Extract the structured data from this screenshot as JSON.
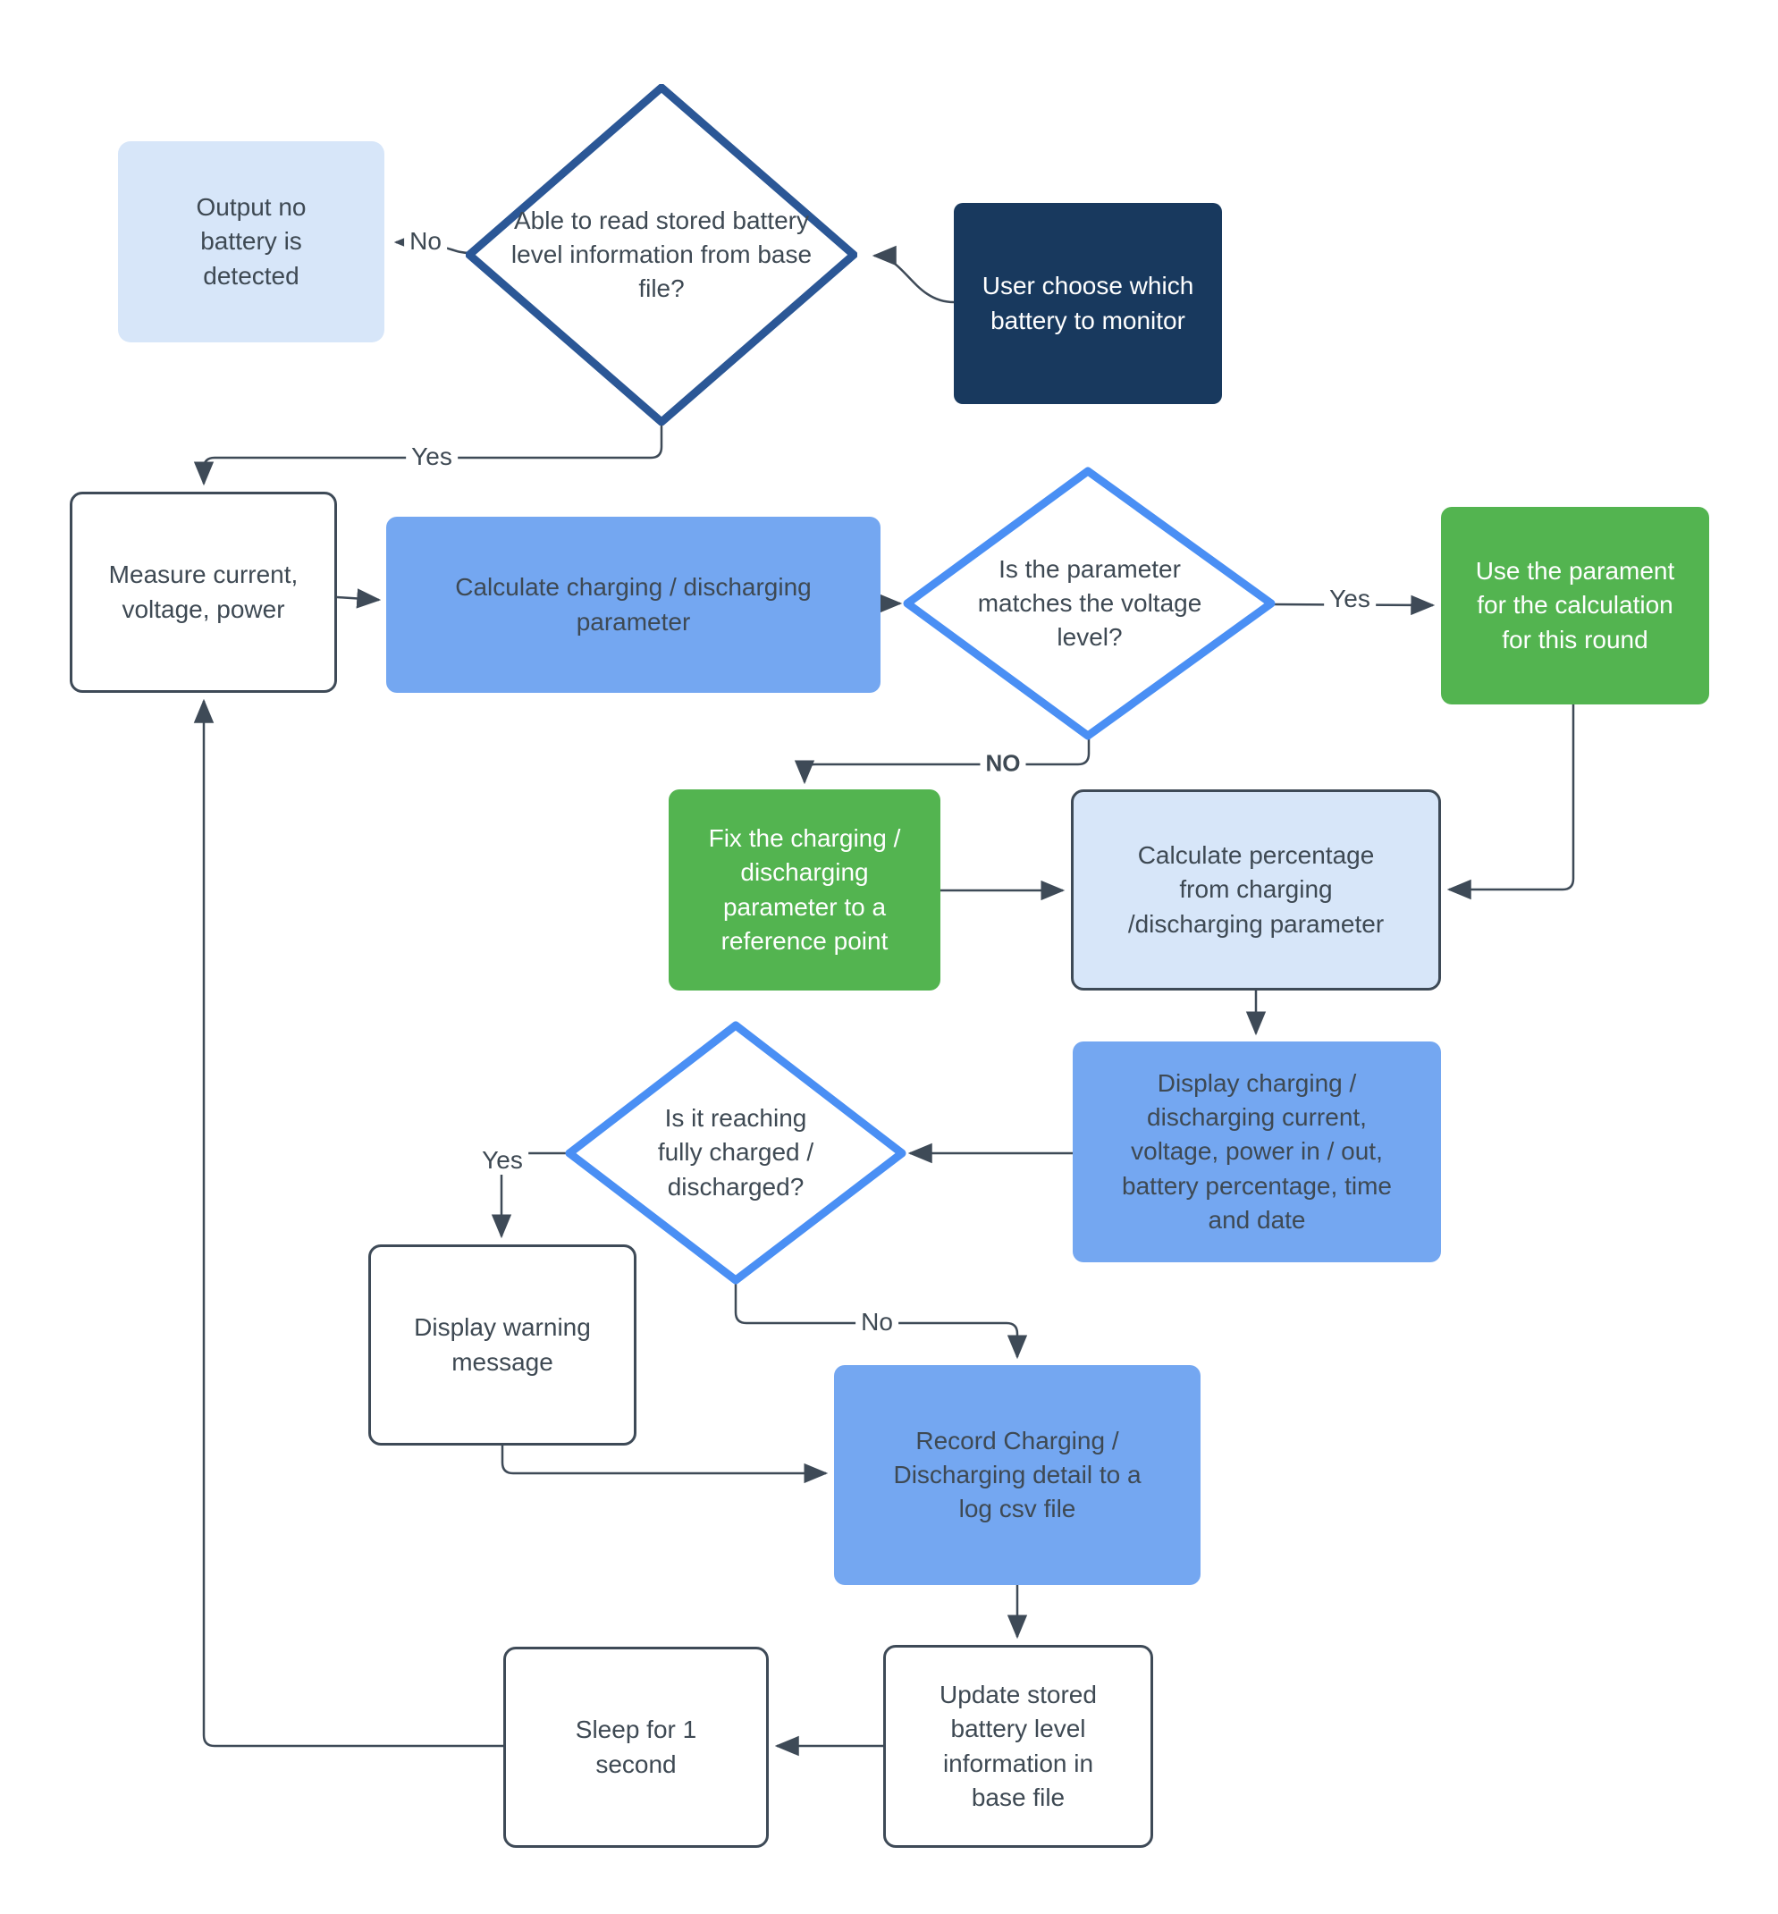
{
  "diagram_type": "flowchart",
  "subject": "Battery monitoring loop flowchart",
  "colors": {
    "navy_box": "#18395E",
    "green_box": "#53B450",
    "blue_box": "#74A7F1",
    "light_blue_box": "#D7E6F9",
    "decision_dark_border": "#2B5796",
    "decision_light_border": "#4A8FF4",
    "connector": "#3E4A57",
    "text_dark": "#3E4953",
    "text_light": "#FFFFFF"
  },
  "nodes": {
    "output_no_battery": {
      "label": "Output no battery is detected",
      "shape": "rounded-box",
      "color": "light-blue"
    },
    "read_base_file_decision": {
      "label": "Able to read stored battery level information from base file?",
      "shape": "diamond",
      "color": "dark-blue-border"
    },
    "user_choose_battery": {
      "label": "User choose which battery to monitor",
      "shape": "rounded-box",
      "color": "navy"
    },
    "measure_cvp": {
      "label": "Measure current, voltage, power",
      "shape": "rounded-box",
      "color": "white"
    },
    "calculate_parameter": {
      "label": "Calculate charging / discharging parameter",
      "shape": "rounded-box",
      "color": "blue"
    },
    "parameter_match_decision": {
      "label": "Is the parameter matches the voltage level?",
      "shape": "diamond",
      "color": "light-blue-border"
    },
    "use_parameter": {
      "label": "Use the parament for the calculation for this round",
      "shape": "rounded-box",
      "color": "green"
    },
    "fix_parameter": {
      "label": "Fix the charging / discharging parameter to a reference point",
      "shape": "rounded-box",
      "color": "green"
    },
    "calculate_percentage": {
      "label": "Calculate percentage from charging /discharging parameter",
      "shape": "rounded-box",
      "color": "light-blue"
    },
    "display_details": {
      "label": "Display charging / discharging current, voltage, power in / out, battery percentage, time and date",
      "shape": "rounded-box",
      "color": "blue"
    },
    "fully_charged_decision": {
      "label": "Is it reaching fully charged / discharged?",
      "shape": "diamond",
      "color": "light-blue-border"
    },
    "display_warning": {
      "label": "Display warning message",
      "shape": "rounded-box",
      "color": "white"
    },
    "record_log": {
      "label": "Record Charging / Discharging detail to a log csv file",
      "shape": "rounded-box",
      "color": "blue"
    },
    "update_base_file": {
      "label": "Update stored battery level information in base file",
      "shape": "rounded-box",
      "color": "white"
    },
    "sleep_one_second": {
      "label": "Sleep for 1 second",
      "shape": "rounded-box",
      "color": "white"
    }
  },
  "edges": [
    {
      "from": "user_choose_battery",
      "to": "read_base_file_decision",
      "label": ""
    },
    {
      "from": "read_base_file_decision",
      "to": "output_no_battery",
      "label": "No"
    },
    {
      "from": "read_base_file_decision",
      "to": "measure_cvp",
      "label": "Yes"
    },
    {
      "from": "measure_cvp",
      "to": "calculate_parameter",
      "label": ""
    },
    {
      "from": "calculate_parameter",
      "to": "parameter_match_decision",
      "label": ""
    },
    {
      "from": "parameter_match_decision",
      "to": "use_parameter",
      "label": "Yes"
    },
    {
      "from": "parameter_match_decision",
      "to": "fix_parameter",
      "label": "NO"
    },
    {
      "from": "use_parameter",
      "to": "calculate_percentage",
      "label": ""
    },
    {
      "from": "fix_parameter",
      "to": "calculate_percentage",
      "label": ""
    },
    {
      "from": "calculate_percentage",
      "to": "display_details",
      "label": ""
    },
    {
      "from": "display_details",
      "to": "fully_charged_decision",
      "label": ""
    },
    {
      "from": "fully_charged_decision",
      "to": "display_warning",
      "label": "Yes"
    },
    {
      "from": "fully_charged_decision",
      "to": "record_log",
      "label": "No"
    },
    {
      "from": "display_warning",
      "to": "record_log",
      "label": ""
    },
    {
      "from": "record_log",
      "to": "update_base_file",
      "label": ""
    },
    {
      "from": "update_base_file",
      "to": "sleep_one_second",
      "label": ""
    },
    {
      "from": "sleep_one_second",
      "to": "measure_cvp",
      "label": ""
    }
  ]
}
